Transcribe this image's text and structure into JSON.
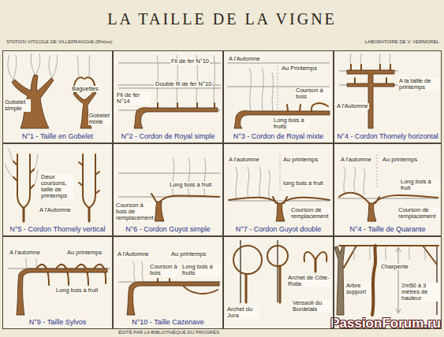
{
  "diagram": {
    "title": "LA TAILLE DE LA VIGNE",
    "nodes": [
      {
        "text": [
          "N°1 - Taille en Gobelet",
          "Gobelet simple",
          "Baguettes",
          "Gobelet mixte"
        ]
      },
      {
        "text": [
          "N°2 - Cordon de Royal simple",
          "Fil de fer N°10",
          "Double fil de fer N°10",
          "Fil de fer N°14"
        ]
      },
      {
        "text": [
          "N°3 - Cordon de Royal mixte",
          "A l'Automne",
          "Au Printemps",
          "Courson à bois",
          "Long bois à fruits"
        ]
      },
      {
        "text": [
          "N°4 - Cordon Thornely horizontal",
          "A la taille de printemps",
          "A l'Automne"
        ]
      },
      {
        "text": [
          "N°5 - Cordon Thornely vertical",
          "Deux coursons, taille de printemps",
          "A l'Automne"
        ]
      },
      {
        "text": [
          "N°6 - Cordon Guyot simple",
          "Courson à bois de remplacement",
          "Long bois à fruit"
        ]
      },
      {
        "text": [
          "N°7 - Cordon Guyot double",
          "A l'automne",
          "Au printemps",
          "long bois à fruit",
          "Courson de remplacement"
        ]
      },
      {
        "text": [
          "N°4 - Taille de Quarante",
          "A l'automne",
          "Au printemps",
          "Long bois à fruit",
          "Courson de remplacement"
        ]
      },
      {
        "text": [
          "N°9 - Taille Sylvos",
          "A l'automne",
          "Au printemps",
          "Long bois à fruit"
        ]
      },
      {
        "text": [
          "N°10 - Taille Cazenave",
          "A l'Automne",
          "Au printemps",
          "Courson à bois",
          "Long bois à fruits"
        ]
      },
      {
        "text": [
          "Archet du Jura",
          "Archet de Côte-Rotie",
          "Versaoli du Bordelais"
        ]
      },
      {
        "text": [
          "Arbre support",
          "Charpente",
          "2m50 à 3 mètres de hauteur"
        ]
      }
    ],
    "labels": [
      "STATION VITICOLE DE VILLEFRANCHE (Rhône)",
      "LABORATOIRE DE V. VERMOREL",
      "ÉDITÉ PAR LA BIBLIOTHÈQUE DU PROGRÈS",
      "PassionForum.ru"
    ]
  }
}
